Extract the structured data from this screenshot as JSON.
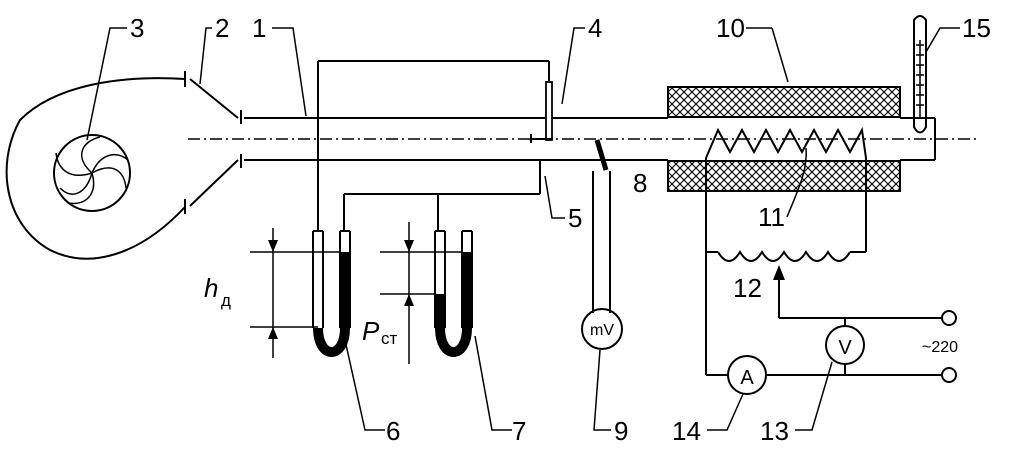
{
  "labels": {
    "n1": "1",
    "n2": "2",
    "n3": "3",
    "n4": "4",
    "n5": "5",
    "n6": "6",
    "n7": "7",
    "n8": "8",
    "n9": "9",
    "n10": "10",
    "n11": "11",
    "n12": "12",
    "n13": "13",
    "n14": "14",
    "n15": "15"
  },
  "dynamic_pressure": {
    "symbol": "h",
    "subscript": "д"
  },
  "static_pressure": {
    "symbol": "P",
    "subscript": "ст"
  },
  "instruments": {
    "millivoltmeter": "mV",
    "voltmeter": "V",
    "ammeter": "A"
  },
  "supply": {
    "voltage": "~220"
  }
}
